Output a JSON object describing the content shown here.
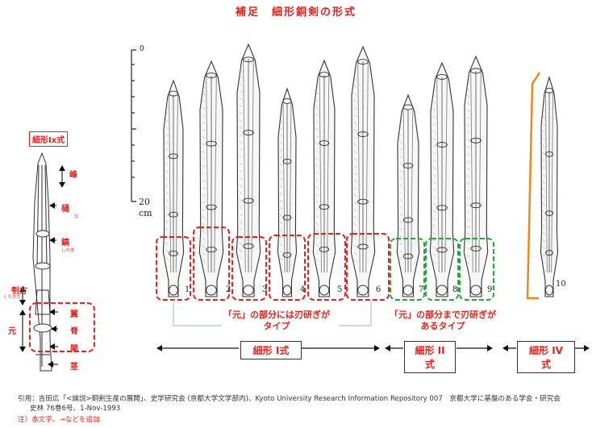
{
  "title": "補足　細形銅剣の形式",
  "left_type_label": "細形Ix式",
  "parts": {
    "mine": "峰",
    "hi": "樋",
    "hi_ruby": "ひ",
    "shinogi": "鎬",
    "shinogi_ruby": "しのぎ",
    "kurikata": "刳方",
    "kurikata_ruby": "くりかた",
    "moto": "元",
    "yoku": "翼",
    "se": "脊",
    "seki": "関",
    "kuki": "茎"
  },
  "scale": {
    "zero": "0",
    "twenty": "20",
    "unit": "cm"
  },
  "sword_numbers": [
    "1",
    "2",
    "3",
    "4",
    "5",
    "6",
    "7",
    "8",
    "9",
    "10"
  ],
  "caption_red": {
    "line1": "「元」の部分には刃研ぎが",
    "line2": "タイプ"
  },
  "caption_green": {
    "line1": "「元」の部分まで刃研ぎが",
    "line2": "あるタイプ"
  },
  "type_labels": {
    "type1": "細形 I式",
    "type2": "細形 II式",
    "type4": "細形 IV式"
  },
  "citation": {
    "line1": "引用：吉田広「<論説>銅剣生産の展開」、史学研究会 (京都大学文学部内)、Kyoto University Research Information Repository 007　京都大学に基盤のある学会・研究会",
    "line2": "史林 76巻6号、1-Nov-1993"
  },
  "note": "注）赤文字、→などを追加",
  "colors": {
    "red": "#e8211c",
    "green": "#22a83a",
    "orange": "#e88a1a",
    "ink": "#333333"
  }
}
